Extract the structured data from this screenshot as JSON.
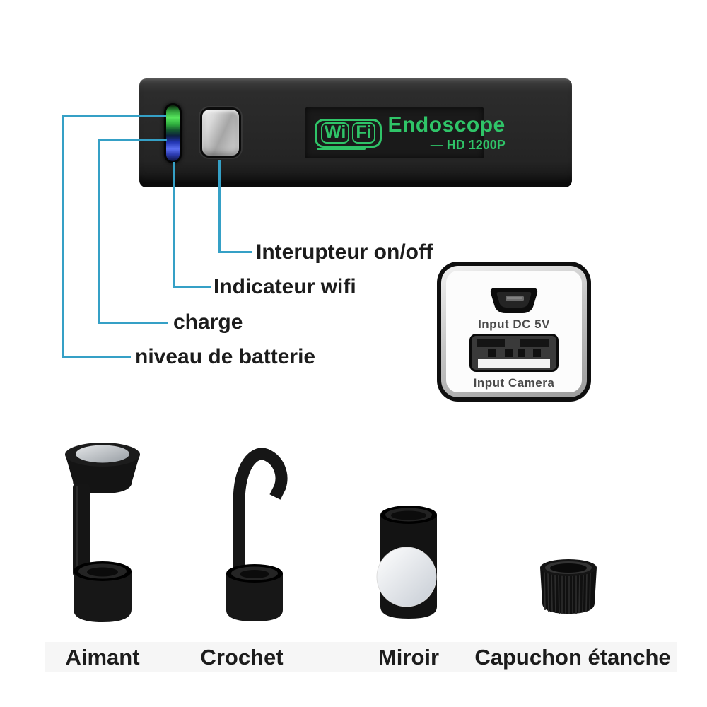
{
  "device": {
    "badge_wi": "Wi",
    "badge_fi": "Fi",
    "name": "Endoscope",
    "model": "— HD 1200P"
  },
  "callouts": [
    {
      "label": "Interupteur on/off"
    },
    {
      "label": "Indicateur wifi"
    },
    {
      "label": "charge"
    },
    {
      "label": "niveau de batterie"
    }
  ],
  "ports": {
    "dc_label": "Input DC 5V",
    "camera_label": "Input Camera"
  },
  "accessories": [
    {
      "label": "Aimant"
    },
    {
      "label": "Crochet"
    },
    {
      "label": "Miroir"
    },
    {
      "label": "Capuchon étanche"
    }
  ],
  "colors": {
    "accent_line": "#35a0c6",
    "logo_green": "#2fc468",
    "label_text": "#1c1c1c",
    "band_bg": "#f6f6f6"
  }
}
